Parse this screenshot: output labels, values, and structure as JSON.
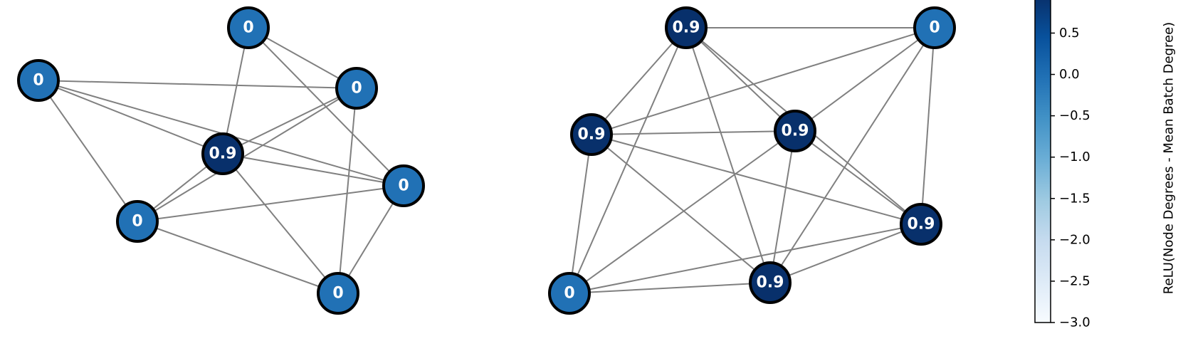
{
  "colors": {
    "low_value": "#f7fbff",
    "value_0": "#2171b5",
    "value_0_9": "#08306b",
    "edge": "#808080",
    "outline": "#000000",
    "label": "#ffffff"
  },
  "graphs": [
    {
      "nodes": [
        {
          "label": "0",
          "value": 0
        },
        {
          "label": "0",
          "value": 0
        },
        {
          "label": "0",
          "value": 0
        },
        {
          "label": "0.9",
          "value": 0.9
        },
        {
          "label": "0",
          "value": 0
        },
        {
          "label": "0",
          "value": 0
        },
        {
          "label": "0",
          "value": 0
        }
      ],
      "edges": [
        [
          0,
          2
        ],
        [
          0,
          4
        ],
        [
          0,
          3
        ],
        [
          1,
          2
        ],
        [
          1,
          5
        ],
        [
          1,
          3
        ],
        [
          1,
          4
        ],
        [
          2,
          3
        ],
        [
          2,
          6
        ],
        [
          2,
          5
        ],
        [
          3,
          5
        ],
        [
          3,
          4
        ],
        [
          3,
          6
        ],
        [
          4,
          5
        ],
        [
          4,
          6
        ],
        [
          5,
          6
        ]
      ]
    },
    {
      "nodes": [
        {
          "label": "0.9",
          "value": 0.9
        },
        {
          "label": "0",
          "value": 0
        },
        {
          "label": "0.9",
          "value": 0.9
        },
        {
          "label": "0.9",
          "value": 0.9
        },
        {
          "label": "0.9",
          "value": 0.9
        },
        {
          "label": "0",
          "value": 0
        },
        {
          "label": "0.9",
          "value": 0.9
        }
      ],
      "edges": [
        [
          0,
          1
        ],
        [
          0,
          2
        ],
        [
          0,
          5
        ],
        [
          0,
          3
        ],
        [
          0,
          4
        ],
        [
          0,
          6
        ],
        [
          1,
          2
        ],
        [
          1,
          3
        ],
        [
          1,
          6
        ],
        [
          1,
          4
        ],
        [
          2,
          3
        ],
        [
          2,
          5
        ],
        [
          2,
          4
        ],
        [
          2,
          6
        ],
        [
          3,
          5
        ],
        [
          3,
          4
        ],
        [
          3,
          6
        ],
        [
          4,
          5
        ],
        [
          4,
          6
        ],
        [
          5,
          6
        ]
      ]
    }
  ],
  "colorbar": {
    "label": "ReLU(Node Degrees - Mean Batch Degree)",
    "ticks": [
      {
        "value": 0.5,
        "label": "0.5"
      },
      {
        "value": 0.0,
        "label": "0.0"
      },
      {
        "value": -0.5,
        "label": "−0.5"
      },
      {
        "value": -1.0,
        "label": "−1.0"
      },
      {
        "value": -1.5,
        "label": "−1.5"
      },
      {
        "value": -2.0,
        "label": "−2.0"
      },
      {
        "value": -2.5,
        "label": "−2.5"
      },
      {
        "value": -3.0,
        "label": "−3.0"
      }
    ]
  }
}
